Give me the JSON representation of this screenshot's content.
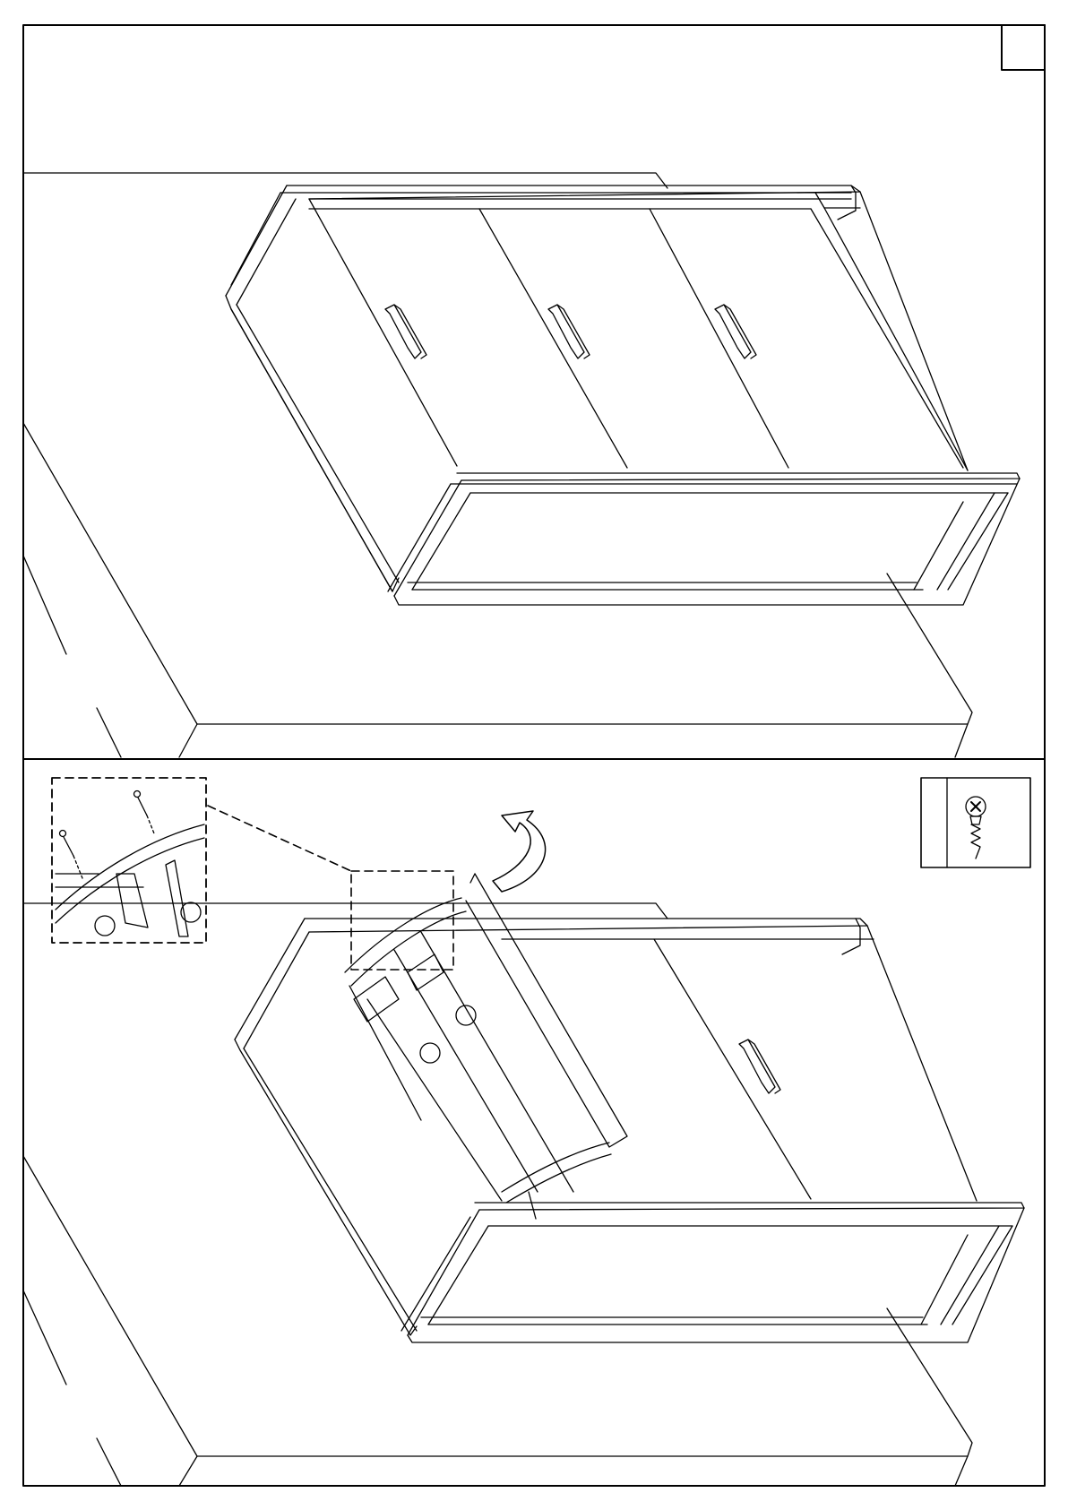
{
  "sheet": {
    "background": "#ffffff",
    "line_color": "#000000"
  },
  "step": {
    "number": ""
  },
  "panels": [
    {
      "name": "panel-top",
      "description_icon": "cabinet-closed-on-floor"
    },
    {
      "name": "panel-bottom",
      "description_icon": "cabinet-shelf-hinging-assembly"
    }
  ],
  "hardware": {
    "icon": "screw-icon",
    "quantity": ""
  },
  "detail": {
    "icon": "magnified-detail-inset"
  },
  "arrow": {
    "icon": "rotate-arrow-icon"
  }
}
